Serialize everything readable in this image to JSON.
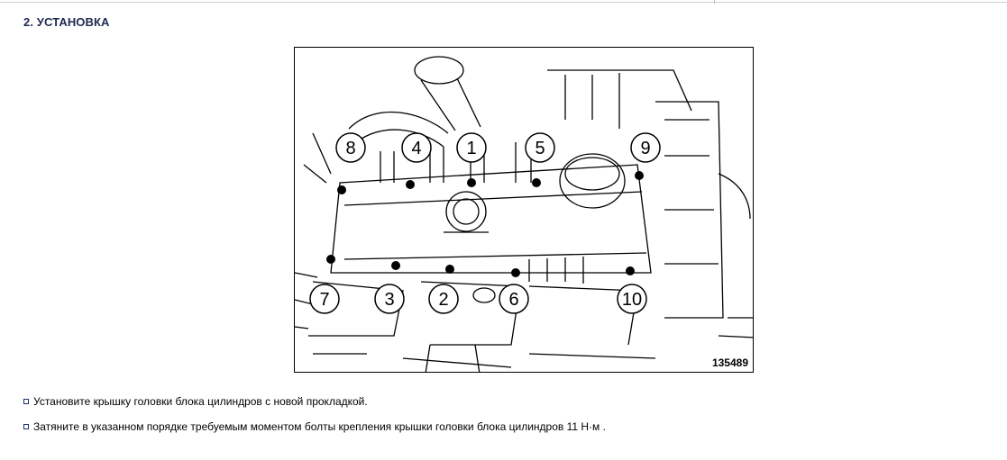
{
  "section": {
    "title": "2. УСТАНОВКА"
  },
  "figure": {
    "number": "135489",
    "callouts": [
      {
        "label": "8"
      },
      {
        "label": "4"
      },
      {
        "label": "1"
      },
      {
        "label": "5"
      },
      {
        "label": "9"
      },
      {
        "label": "7"
      },
      {
        "label": "3"
      },
      {
        "label": "2"
      },
      {
        "label": "6"
      },
      {
        "label": "10"
      }
    ]
  },
  "instructions": [
    {
      "text": "Установите крышку головки блока цилиндров с новой прокладкой."
    },
    {
      "text": "Затяните в указанном порядке требуемым моментом болты крепления крышки головки блока цилиндров 11 Н·м ."
    }
  ],
  "colors": {
    "title": "#1f2a4f",
    "bullet_border": "#1a2e6e"
  }
}
